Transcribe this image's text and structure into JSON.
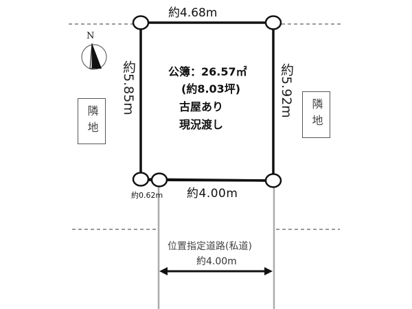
{
  "plot": {
    "top_width": "約4.68m",
    "bottom_width": "約4.00m",
    "left_depth": "約5.85m",
    "right_depth": "約5.92m",
    "offset": "約0.62m",
    "area_label": "公簿：26.57㎡",
    "tsubo": "(約8.03坪)",
    "note1": "古屋あり",
    "note2": "現況渡し"
  },
  "neighbors": {
    "left": "隣地",
    "right": "隣地"
  },
  "compass": {
    "label": "N"
  },
  "road": {
    "name": "位置指定道路(私道)",
    "width": "約4.00m"
  }
}
